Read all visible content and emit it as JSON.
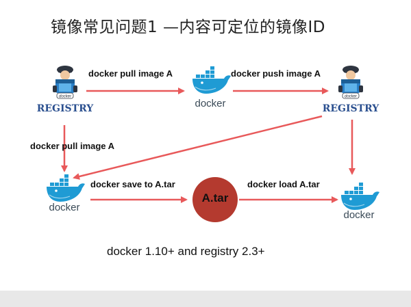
{
  "title": "镜像常见问题1 —内容可定位的镜像ID",
  "caption": "docker  1.10+ and  registry 2.3+",
  "nodes": {
    "registry_left": {
      "badge": "docker",
      "name": "REGISTRY"
    },
    "docker_top": {
      "name": "docker"
    },
    "registry_right": {
      "badge": "docker",
      "name": "REGISTRY"
    },
    "docker_left": {
      "name": "docker"
    },
    "tar": {
      "name": "A.tar"
    },
    "docker_right": {
      "name": "docker"
    }
  },
  "edges": {
    "pull_top": "docker pull image A",
    "push_top": "docker push image A",
    "pull_left": "docker pull image A",
    "save": "docker save  to A.tar",
    "load": "docker load A.tar"
  },
  "colors": {
    "arrow": "#e8595a",
    "whale": "#1f9bd4",
    "tar_fill": "#b43a2f",
    "registry_box": "#2a80c8"
  }
}
